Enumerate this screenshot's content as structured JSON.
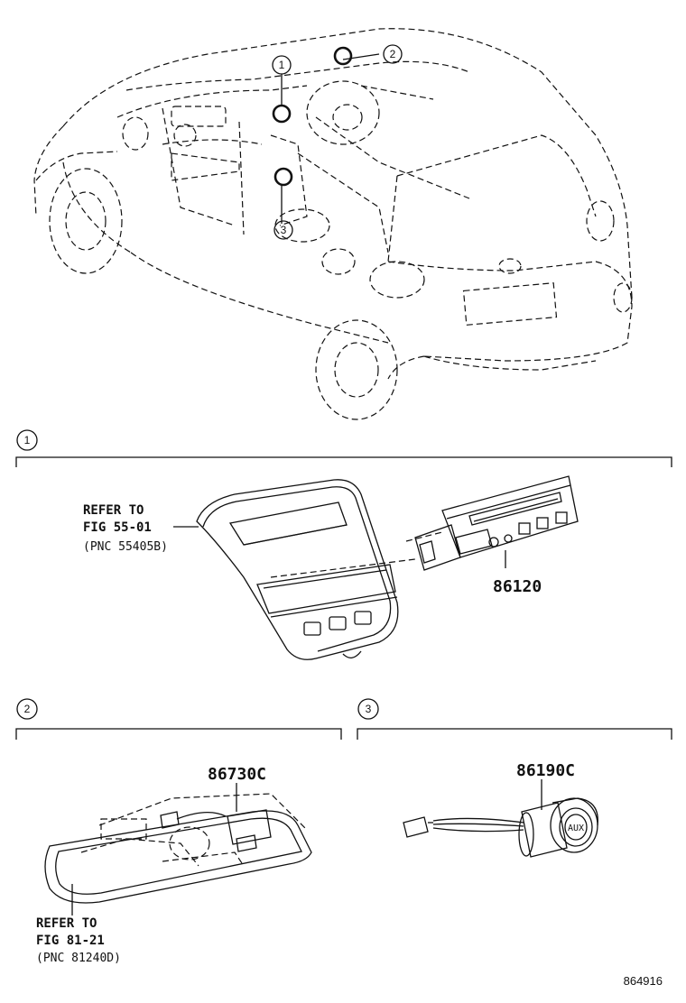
{
  "callouts": [
    "1",
    "2",
    "3"
  ],
  "section1": {
    "number": "1",
    "refer_line1": "REFER TO",
    "refer_line2": "FIG 55-01",
    "refer_line3": "(PNC 55405B)",
    "part": "86120"
  },
  "section2": {
    "number": "2",
    "part": "86730C",
    "refer_line1": "REFER TO",
    "refer_line2": "FIG 81-21",
    "refer_line3": "(PNC 81240D)"
  },
  "section3": {
    "number": "3",
    "part": "86190C",
    "socket_label": "AUX"
  },
  "figure_id": "864916"
}
